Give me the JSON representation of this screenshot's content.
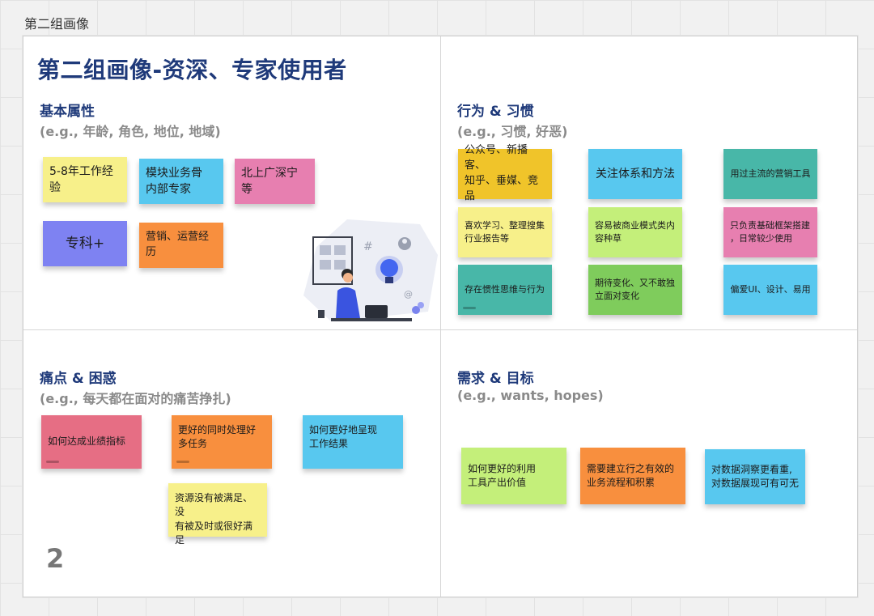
{
  "frame": {
    "label": "第二组画像"
  },
  "board": {
    "title": "第二组画像-资深、专家使用者",
    "page_number": "2"
  },
  "sections": {
    "attributes": {
      "title": "基本属性",
      "subtitle": "(e.g., 年龄, 角色, 地位, 地域)",
      "notes": [
        "5-8年工作经验",
        "模块业务骨\n内部专家",
        "北上广深宁等",
        "专科+",
        "营销、运营经历"
      ]
    },
    "behavior": {
      "title": "行为 & 习惯",
      "subtitle": "(e.g., 习惯, 好恶)",
      "notes": [
        "公众号、新播客、\n知乎、垂媒、竞品",
        "关注体系和方法",
        "用过主流的营销工具",
        "喜欢学习、整理搜集\n行业报告等",
        "容易被商业模式类内\n容种草",
        "只负责基础框架搭建\n，日常较少使用",
        "存在惯性思维与行为",
        "期待变化、又不敢独\n立面对变化",
        "偏爱UI、设计、易用"
      ]
    },
    "pain": {
      "title": "痛点 & 困惑",
      "subtitle": "(e.g., 每天都在面对的痛苦挣扎)",
      "notes": [
        "如何达成业绩指标",
        "更好的同时处理好\n多任务",
        "如何更好地呈现\n工作结果",
        "资源没有被满足、没\n有被及时或很好满足"
      ]
    },
    "needs": {
      "title": "需求 & 目标",
      "subtitle": "(e.g., wants, hopes)",
      "notes": [
        "如何更好的利用\n工具产出价值",
        "需要建立行之有效的\n业务流程和积累",
        "对数据洞察更看重,\n对数据展现可有可无"
      ]
    }
  },
  "colors": {
    "yellow": "#f7f08a",
    "blue": "#58c8ef",
    "pink": "#e77fb0",
    "purple": "#7e82f2",
    "orange": "#f88f3e",
    "gold": "#f0c42a",
    "teal": "#48b7a8",
    "lime": "#c4ef7a",
    "green": "#7fcc5c",
    "red": "#e66e84",
    "title_blue": "#1f3a7a"
  }
}
